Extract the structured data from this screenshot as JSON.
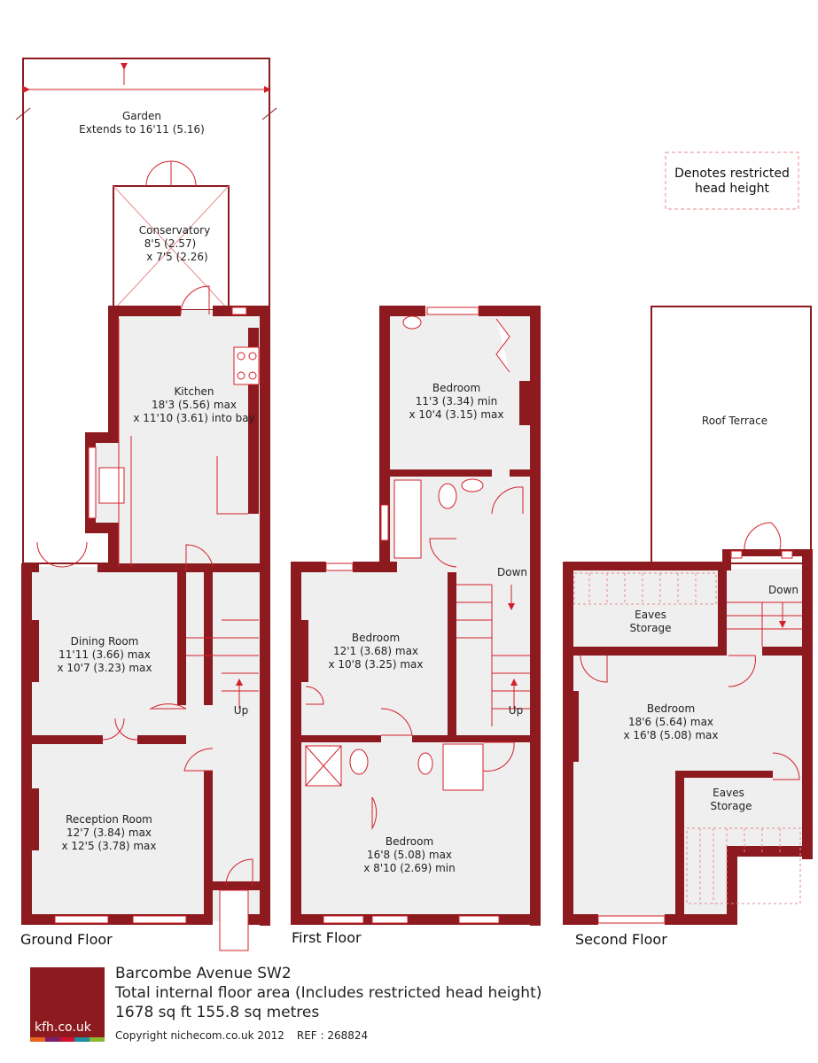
{
  "legend": {
    "line1": "Denotes restricted",
    "line2": "head height"
  },
  "floors": [
    {
      "name": "Ground Floor"
    },
    {
      "name": "First Floor"
    },
    {
      "name": "Second Floor"
    }
  ],
  "rooms": {
    "garden": {
      "l1": "Garden",
      "l2": "Extends to 16'11 (5.16)"
    },
    "conservatory": {
      "l1": "Conservatory",
      "l2": "8'5 (2.57)",
      "l3": "x 7'5 (2.26)"
    },
    "kitchen": {
      "l1": "Kitchen",
      "l2": "18'3 (5.56) max",
      "l3": "x 11'10 (3.61) into bay"
    },
    "dining": {
      "l1": "Dining Room",
      "l2": "11'11 (3.66) max",
      "l3": "x 10'7 (3.23) max"
    },
    "reception": {
      "l1": "Reception Room",
      "l2": "12'7 (3.84) max",
      "l3": "x 12'5 (3.78) max"
    },
    "up_ground": "Up",
    "bed_ff_back": {
      "l1": "Bedroom",
      "l2": "11'3 (3.34) min",
      "l3": "x 10'4 (3.15) max"
    },
    "bed_ff_mid": {
      "l1": "Bedroom",
      "l2": "12'1 (3.68) max",
      "l3": "x 10'8 (3.25) max"
    },
    "bed_ff_front": {
      "l1": "Bedroom",
      "l2": "16'8 (5.08) max",
      "l3": "x 8'10 (2.69) min"
    },
    "down_ff": "Down",
    "up_ff": "Up",
    "roof_terrace": "Roof Terrace",
    "eaves_1": {
      "l1": "Eaves",
      "l2": "Storage"
    },
    "bed_sf": {
      "l1": "Bedroom",
      "l2": "18'6 (5.64) max",
      "l3": "x 16'8 (5.08) max"
    },
    "eaves_2": {
      "l1": "Eaves",
      "l2": "Storage"
    },
    "down_sf": "Down"
  },
  "footer": {
    "logo_text": "kfh.co.uk",
    "address": "Barcombe Avenue  SW2",
    "area_note": "Total internal floor area (Includes restricted head height)",
    "area": "1678 sq ft 155.8 sq metres",
    "copyright": "Copyright nichecom.co.uk 2012",
    "ref": "REF : 268824"
  },
  "colors": {
    "wall": "#8c1a1f",
    "floor": "#efefef",
    "line": "#d41f2a",
    "restricted": "#e88a90",
    "logo_stripes": [
      "#e6661c",
      "#7a1f6e",
      "#d1122f",
      "#1e8fa0",
      "#8bb82e"
    ]
  }
}
